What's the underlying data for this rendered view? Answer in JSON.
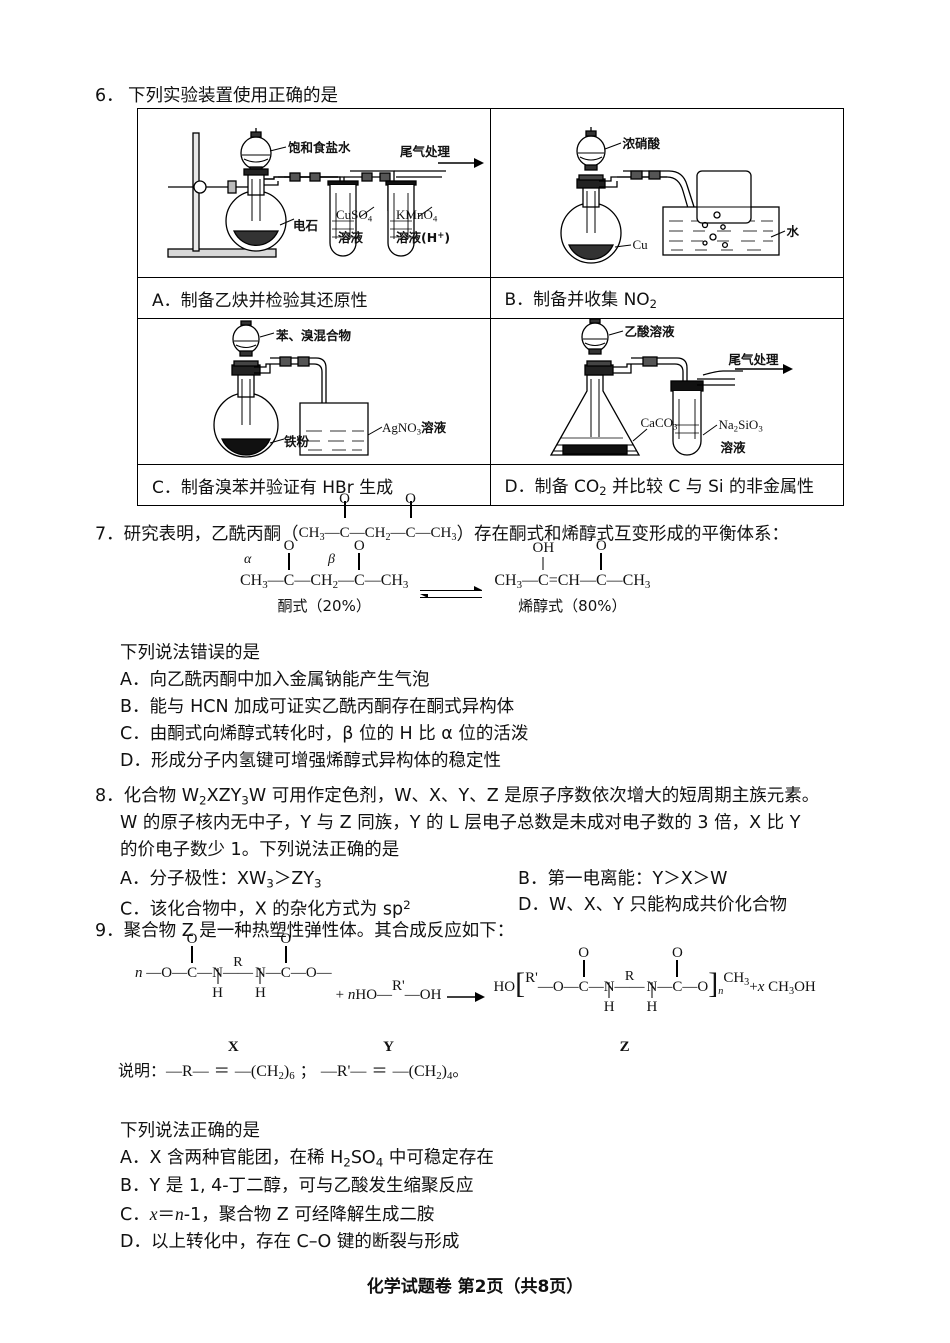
{
  "page": {
    "footer": "化学试题卷  第2页（共8页）"
  },
  "q6": {
    "number": "6．",
    "stem": "下列实验装置使用正确的是",
    "cells": [
      {
        "key": "A",
        "option": "A．制备乙炔并检验其还原性",
        "labels": [
          "饱和食盐水",
          "尾气处理",
          "电石",
          "CuSO4 溶液",
          "KMnO4 溶液(H+)"
        ]
      },
      {
        "key": "B",
        "option": "B．制备并收集 NO2",
        "labels": [
          "浓硝酸",
          "Cu",
          "水"
        ]
      },
      {
        "key": "C",
        "option": "C．制备溴苯并验证有 HBr 生成",
        "labels": [
          "苯、溴混合物",
          "铁粉",
          "AgNO3溶液"
        ]
      },
      {
        "key": "D",
        "option": "D．制备 CO2 并比较 C 与 Si 的非金属性",
        "labels": [
          "乙酸溶液",
          "尾气处理",
          "CaCO3",
          "Na2SiO3 溶液"
        ]
      }
    ],
    "fig_labels": {
      "a_sat_brine": "饱和食盐水",
      "a_tail_gas": "尾气处理",
      "a_carbide": "电石",
      "a_cuso4_1": "CuSO",
      "a_cuso4_2": "4",
      "a_cuso4_sol": "溶液",
      "a_kmno4_1": "KMnO",
      "a_kmno4_2": "4",
      "a_kmno4_sol": "溶液(H",
      "a_kmno4_sup": "+",
      "a_kmno4_end": ")",
      "b_conc_hno3": "浓硝酸",
      "b_cu": "Cu",
      "b_water": "水",
      "c_benzene_br": "苯、溴混合物",
      "c_fe_powder": "铁粉",
      "c_agno3": "AgNO",
      "c_agno3_sub": "3",
      "c_agno3_sol": "溶液",
      "d_acetic": "乙酸溶液",
      "d_tail_gas": "尾气处理",
      "d_caco3": "CaCO",
      "d_caco3_sub": "3",
      "d_na2sio3_a": "Na",
      "d_na2sio3_b": "2",
      "d_na2sio3_c": "SiO",
      "d_na2sio3_d": "3",
      "d_na2sio3_sol": "溶液"
    }
  },
  "q7": {
    "number": "7．",
    "stem_part1": "研究表明，乙酰丙酮（",
    "stem_part2": "）存在酮式和烯醇式互变形成的平衡体系：",
    "inline_formula": {
      "a": "CH",
      "a_sub": "3",
      "d1": "—",
      "c1": "C",
      "o1": "O",
      "d2": "—",
      "ch2": "CH",
      "ch2_sub": "2",
      "d3": "—",
      "c2": "C",
      "o2": "O",
      "d4": "—",
      "b": "CH",
      "b_sub": "3"
    },
    "keto": {
      "alpha": "α",
      "beta": "β",
      "ch3a": "CH",
      "ch3a_sub": "3",
      "c1": "C",
      "o1": "O",
      "ch2": "CH",
      "ch2_sub": "2",
      "c2": "C",
      "o2": "O",
      "ch3b": "CH",
      "ch3b_sub": "3",
      "caption": "酮式（20%）"
    },
    "enol": {
      "ch3a": "CH",
      "ch3a_sub": "3",
      "c1": "C",
      "oh": "OH",
      "ch": "CH",
      "c2": "C",
      "o2": "O",
      "ch3b": "CH",
      "ch3b_sub": "3",
      "caption": "烯醇式（80%）"
    },
    "lead": "下列说法错误的是",
    "options": [
      "A．向乙酰丙酮中加入金属钠能产生气泡",
      "B．能与 HCN 加成可证实乙酰丙酮存在酮式异构体",
      "C．由酮式向烯醇式转化时，β 位的 H 比 α 位的活泼",
      "D．形成分子内氢键可增强烯醇式异构体的稳定性"
    ]
  },
  "q8": {
    "number": "8．",
    "line1_a": "化合物 W",
    "line1_sub1": "2",
    "line1_b": "XZY",
    "line1_sub2": "3",
    "line1_c": "W 可用作定色剂，W、X、Y、Z 是原子序数依次增大的短周期主族元素。",
    "line2": "W 的原子核内无中子，Y 与 Z 同族，Y 的 L 层电子总数是未成对电子数的 3 倍，X 比 Y",
    "line3": "的价电子数少 1。下列说法正确的是",
    "optionA": "A．分子极性：XW",
    "optionA_sub1": "3",
    "optionA_mid": "＞ZY",
    "optionA_sub2": "3",
    "optionB": "B．第一电离能：Y＞X＞W",
    "optionC": "C．该化合物中，X 的杂化方式为 sp",
    "optionC_sup": "2",
    "optionD": "D．W、X、Y 只能构成共价化合物"
  },
  "q9": {
    "number": "9．",
    "stem": "聚合物 Z 是一种热塑性弹性体。其合成反应如下：",
    "scheme": {
      "x_label": "X",
      "y_label": "Y",
      "z_label": "Z",
      "n_left": "n",
      "n_mid": "n",
      "ho": "HO",
      "oh": "OH",
      "r": "R",
      "r_prime": "R'",
      "o": "O",
      "nh": "N",
      "h": "H",
      "plus": "+",
      "ch3": "CH",
      "ch3_sub": "3",
      "x_sub": "n",
      "tail_x": "x",
      "methanol": "CH",
      "methanol_sub": "3",
      "methanol_end": "OH"
    },
    "note": {
      "prefix": "说明：",
      "r_def_a": "—R—",
      "eq": "＝",
      "r_def_b": "CH",
      "r_def_b_sub": "2",
      "r_def_n": "6",
      "semi": "；",
      "rp_def_a": "—R'—",
      "rp_def_b": "CH",
      "rp_def_b_sub": "2",
      "rp_def_n": "4",
      "period": "。"
    },
    "lead": "下列说法正确的是",
    "options": [
      "A．X 含两种官能团，在稀 H2SO4 中可稳定存在",
      "B．Y 是 1,4-丁二醇，可与乙酸发生缩聚反应",
      "C．x＝n-1，聚合物 Z 可经降解生成二胺",
      "D．以上转化中，存在 C–O 键的断裂与形成"
    ],
    "optionA_a": "A．X 含两种官能团，在稀 H",
    "optionA_sub1": "2",
    "optionA_b": "SO",
    "optionA_sub2": "4",
    "optionA_c": " 中可稳定存在",
    "optionB_full": "B．Y 是 1, 4-丁二醇，可与乙酸发生缩聚反应",
    "optionC_a": "C．",
    "optionC_x": "x",
    "optionC_eq": "＝",
    "optionC_n": "n",
    "optionC_b": "-1，聚合物 Z 可经降解生成二胺",
    "optionD_full": "D．以上转化中，存在 C–O 键的断裂与形成"
  }
}
